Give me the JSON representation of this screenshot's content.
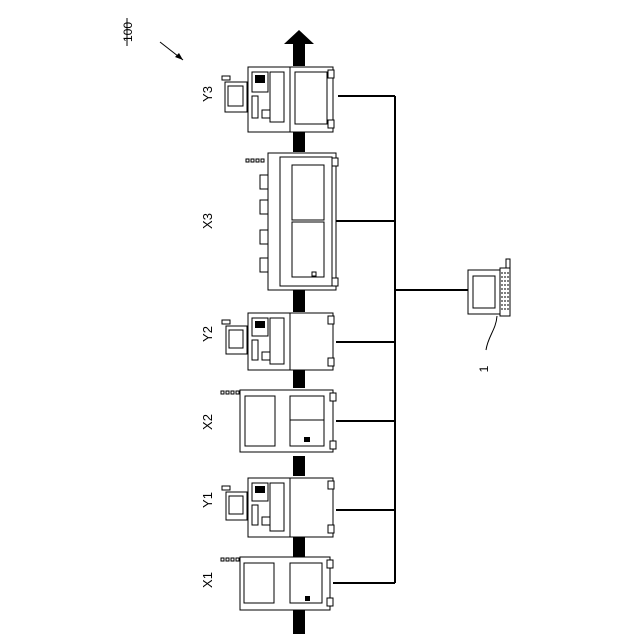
{
  "figure": {
    "reference_numeral": "100",
    "terminal_numeral": "1",
    "flow_direction": "up"
  },
  "machines": [
    {
      "id": "x1",
      "label": "X1",
      "kind": "X"
    },
    {
      "id": "y1",
      "label": "Y1",
      "kind": "Y"
    },
    {
      "id": "x2",
      "label": "X2",
      "kind": "X"
    },
    {
      "id": "y2",
      "label": "Y2",
      "kind": "Y"
    },
    {
      "id": "x3",
      "label": "X3",
      "kind": "X-large"
    },
    {
      "id": "y3",
      "label": "Y3",
      "kind": "Y"
    }
  ],
  "colors": {
    "ink": "#000000",
    "paper": "#ffffff"
  }
}
